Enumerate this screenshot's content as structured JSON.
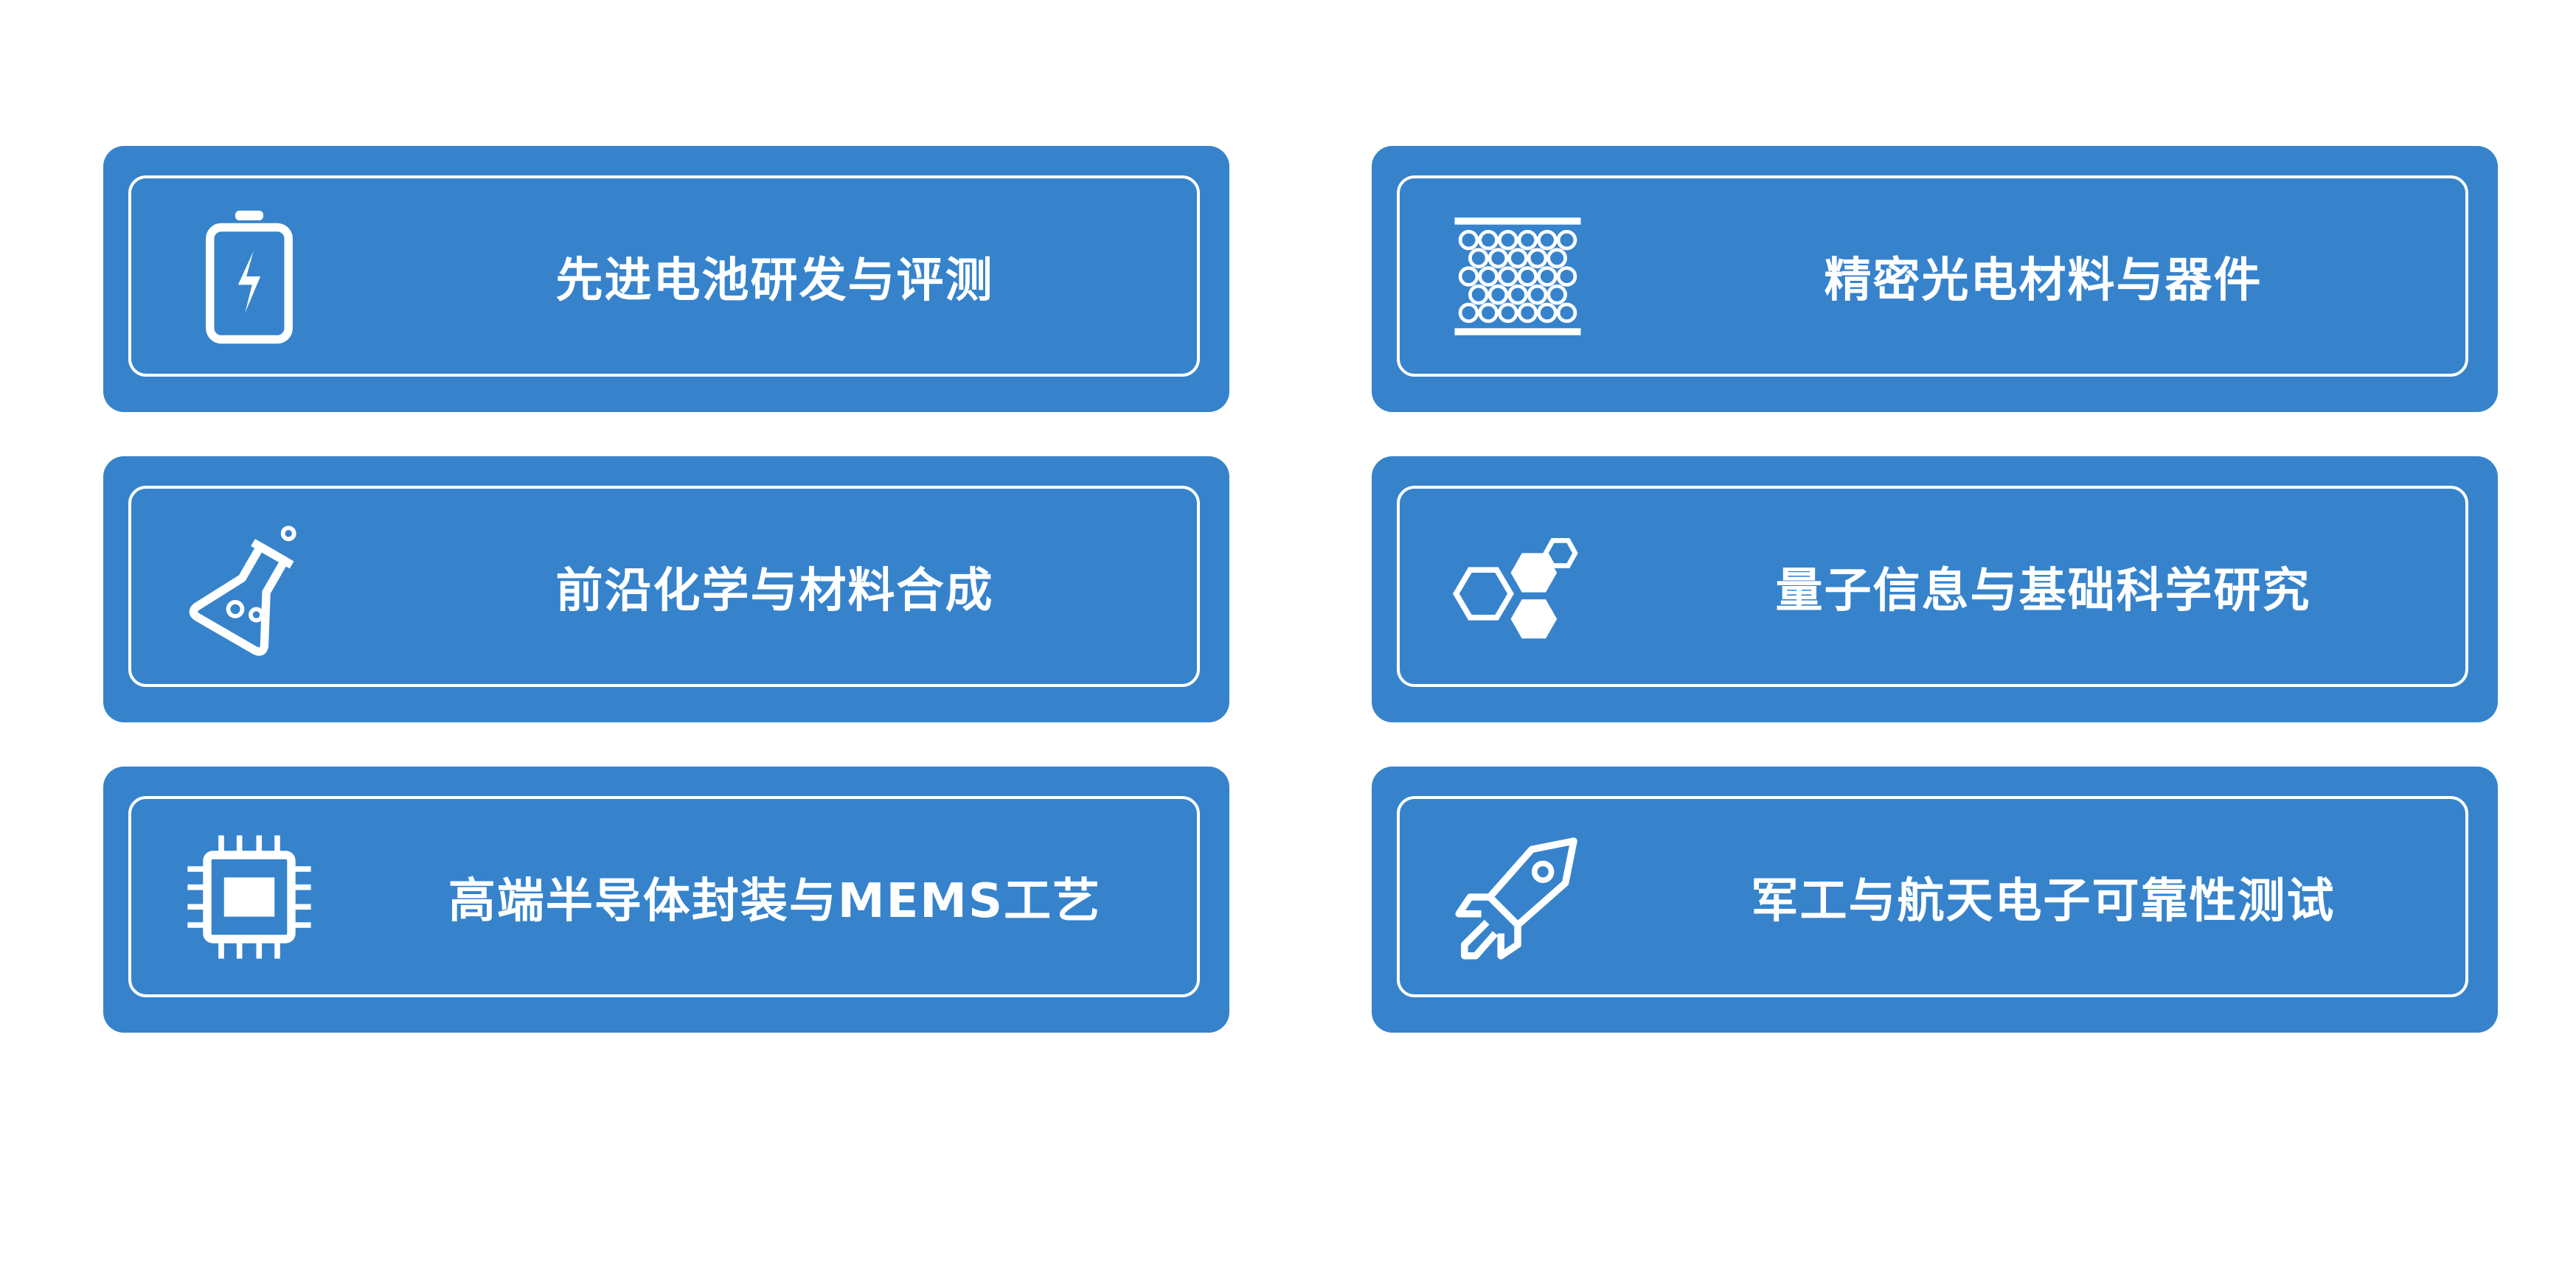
{
  "colors": {
    "card": "#3683cc",
    "border": "#ffffff",
    "text": "#ffffff"
  },
  "cards": [
    {
      "label": "先进电池研发与评测",
      "icon": "battery-icon"
    },
    {
      "label": "精密光电材料与器件",
      "icon": "honeycomb-mesh-icon"
    },
    {
      "label": "前沿化学与材料合成",
      "icon": "flask-icon"
    },
    {
      "label": "量子信息与基础科学研究",
      "icon": "hexagons-icon"
    },
    {
      "label": "高端半导体封装与MEMS工艺",
      "icon": "chip-icon"
    },
    {
      "label": "军工与航天电子可靠性测试",
      "icon": "rocket-icon"
    }
  ]
}
